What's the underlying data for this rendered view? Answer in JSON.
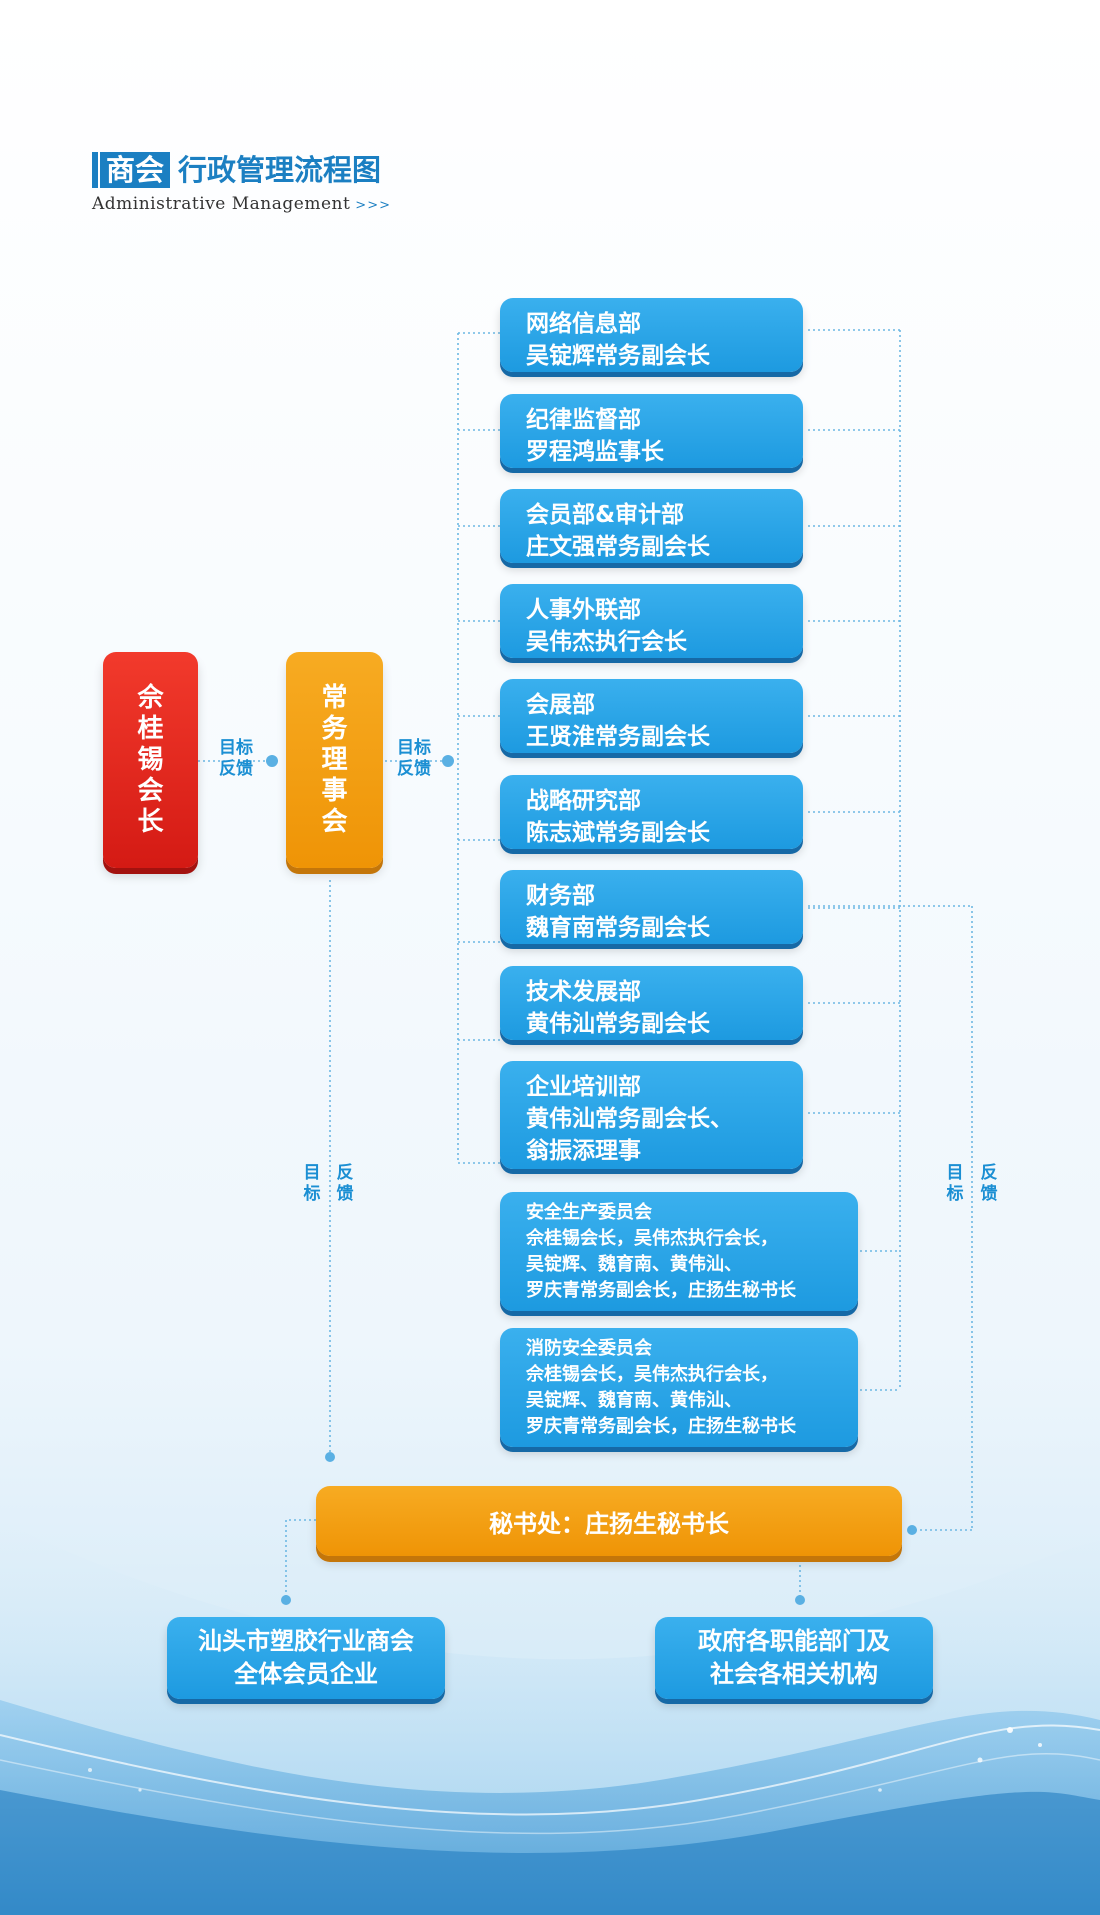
{
  "title": {
    "highlight": "商会",
    "rest": "行政管理流程图",
    "subtitle": "Administrative Management",
    "subtitle_arrows": ">>>"
  },
  "president": "佘桂锡会长",
  "standing_council": "常务理事会",
  "feedback_labels": {
    "goal": "目标",
    "feedback": "反馈"
  },
  "departments": [
    {
      "name": "网络信息部",
      "person": "吴锭辉常务副会长"
    },
    {
      "name": "纪律监督部",
      "person": "罗程鸿监事长"
    },
    {
      "name": "会员部&审计部",
      "person": "庄文强常务副会长"
    },
    {
      "name": "人事外联部",
      "person": "吴伟杰执行会长"
    },
    {
      "name": "会展部",
      "person": "王贤淮常务副会长"
    },
    {
      "name": "战略研究部",
      "person": "陈志斌常务副会长"
    },
    {
      "name": "财务部",
      "person": "魏育南常务副会长"
    },
    {
      "name": "技术发展部",
      "person": "黄伟汕常务副会长"
    },
    {
      "name": "企业培训部",
      "person": "黄伟汕常务副会长、",
      "person2": "翁振添理事"
    }
  ],
  "committees": [
    {
      "name": "安全生产委员会",
      "lines": [
        "佘桂锡会长，吴伟杰执行会长，",
        "吴锭辉、魏育南、黄伟汕、",
        "罗庆青常务副会长，庄扬生秘书长"
      ]
    },
    {
      "name": "消防安全委员会",
      "lines": [
        "佘桂锡会长，吴伟杰执行会长，",
        "吴锭辉、魏育南、黄伟汕、",
        "罗庆青常务副会长，庄扬生秘书长"
      ]
    }
  ],
  "secretariat": "秘书处：庄扬生秘书长",
  "members": {
    "line1": "汕头市塑胶行业商会",
    "line2": "全体会员企业"
  },
  "government": {
    "line1": "政府各职能部门及",
    "line2": "社会各相关机构"
  },
  "colors": {
    "blue": "#1d9ae0",
    "red": "#e0231b",
    "orange": "#f39c0a",
    "title_blue": "#1b7fc2",
    "connector": "#6db8e3"
  }
}
